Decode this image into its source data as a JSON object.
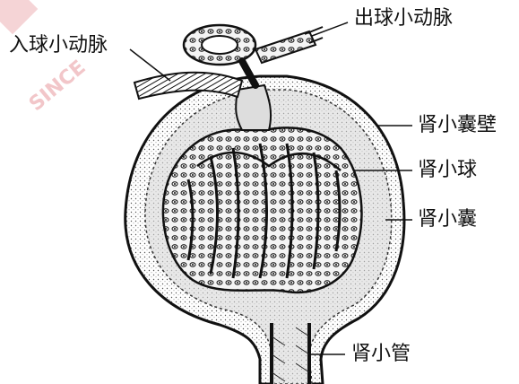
{
  "diagram": {
    "labels": {
      "afferent": "入球小动脉",
      "efferent": "出球小动脉",
      "capsule_wall": "肾小囊壁",
      "glomerulus": "肾小球",
      "capsule": "肾小囊",
      "tubule": "肾小管"
    },
    "watermark": "SINCE"
  }
}
